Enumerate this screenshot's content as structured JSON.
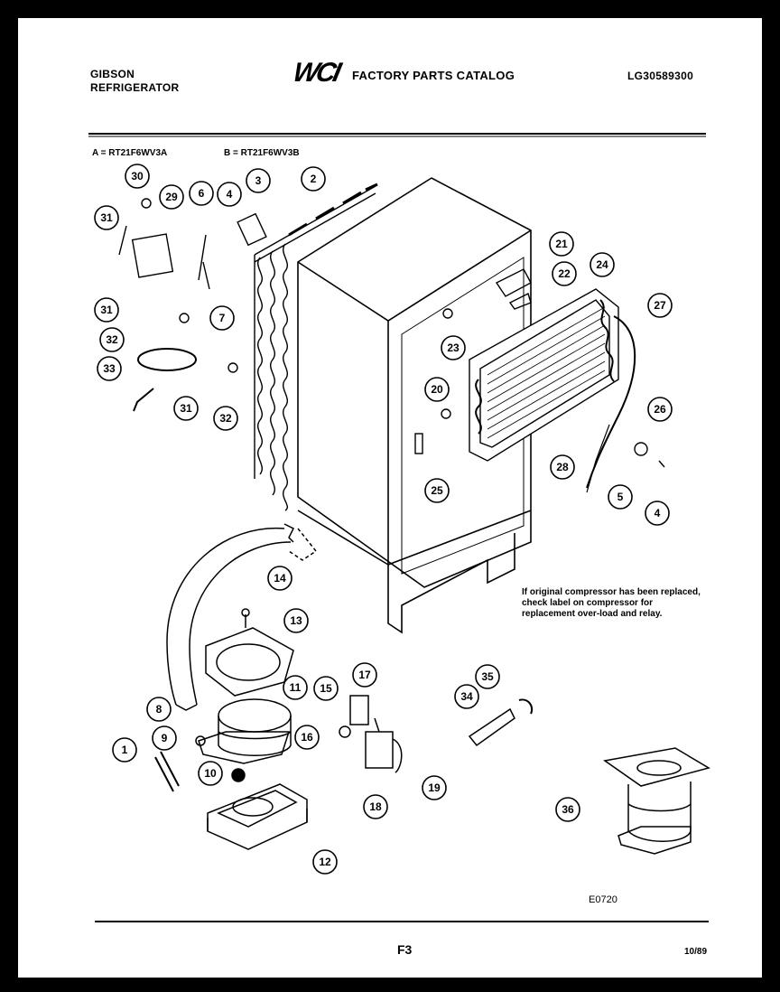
{
  "header": {
    "brand_line1": "GIBSON",
    "brand_line2": "REFRIGERATOR",
    "logo": "WCI",
    "catalog_title": "FACTORY PARTS CATALOG",
    "catalog_number": "LG30589300"
  },
  "models": {
    "a": "A = RT21F6WV3A",
    "b": "B = RT21F6WV3B"
  },
  "note": "If original compressor has been replaced, check label on compressor for replacement over-load and relay.",
  "diagram_code": "E0720",
  "footer": {
    "page": "F3",
    "date": "10/89"
  },
  "callouts": [
    {
      "label": "30"
    },
    {
      "label": "29"
    },
    {
      "label": "6"
    },
    {
      "label": "4"
    },
    {
      "label": "3"
    },
    {
      "label": "2"
    },
    {
      "label": "31"
    },
    {
      "label": "31"
    },
    {
      "label": "7"
    },
    {
      "label": "32"
    },
    {
      "label": "33"
    },
    {
      "label": "31"
    },
    {
      "label": "32"
    },
    {
      "label": "21"
    },
    {
      "label": "22"
    },
    {
      "label": "24"
    },
    {
      "label": "27"
    },
    {
      "label": "23"
    },
    {
      "label": "20"
    },
    {
      "label": "25"
    },
    {
      "label": "28"
    },
    {
      "label": "26"
    },
    {
      "label": "5"
    },
    {
      "label": "4"
    },
    {
      "label": "14"
    },
    {
      "label": "13"
    },
    {
      "label": "11"
    },
    {
      "label": "8"
    },
    {
      "label": "9"
    },
    {
      "label": "1"
    },
    {
      "label": "10"
    },
    {
      "label": "12"
    },
    {
      "label": "15"
    },
    {
      "label": "17"
    },
    {
      "label": "16"
    },
    {
      "label": "18"
    },
    {
      "label": "19"
    },
    {
      "label": "35"
    },
    {
      "label": "34"
    },
    {
      "label": "36"
    }
  ]
}
